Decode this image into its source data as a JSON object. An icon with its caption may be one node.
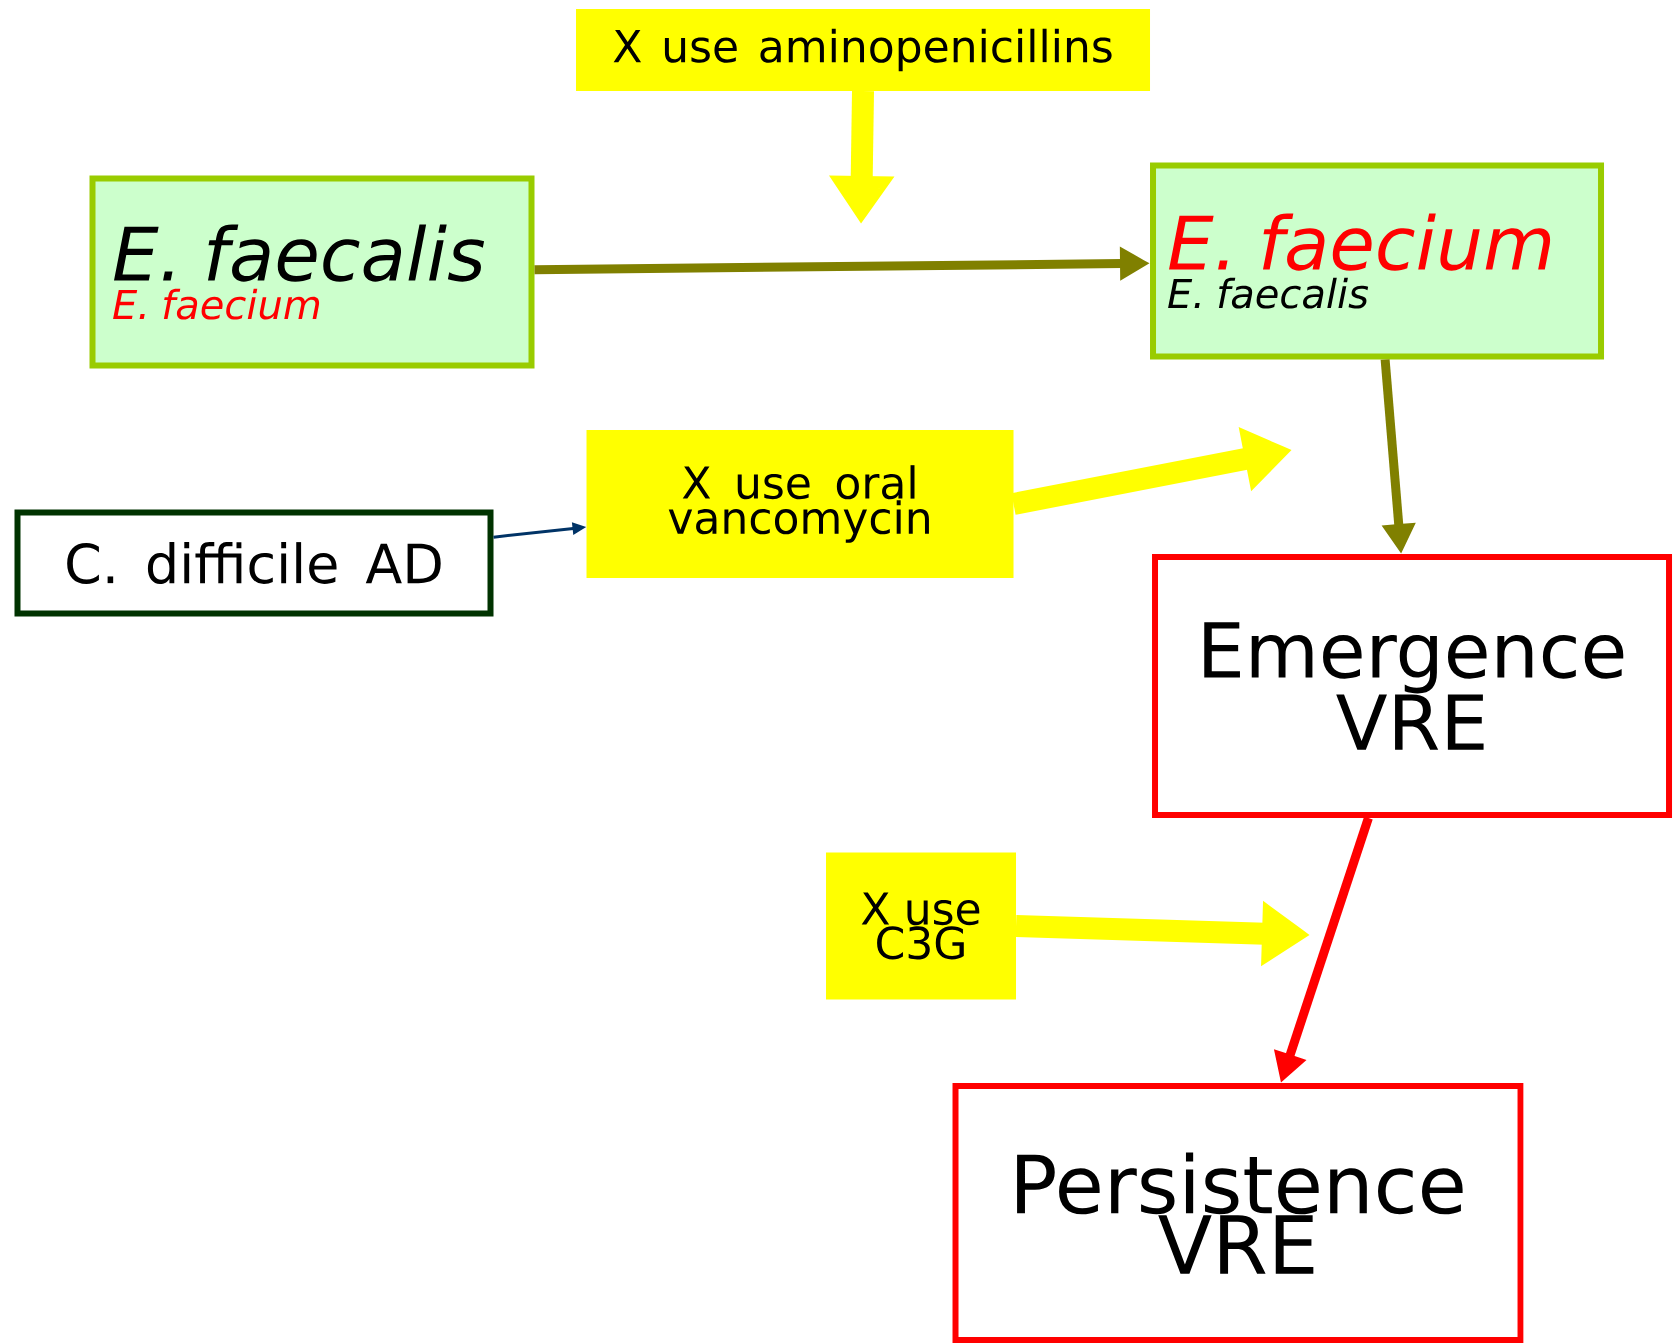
{
  "diagram": {
    "nodes": [
      {
        "text": [
          "E. faecalis",
          "E. faecium"
        ]
      },
      {
        "text": [
          "E. faecium",
          "E. faecalis"
        ]
      },
      {
        "text": [
          "X use aminopenicillins"
        ]
      },
      {
        "text": [
          "C. difficile AD"
        ]
      },
      {
        "text": [
          "X use oral vancomycin"
        ]
      },
      {
        "text": [
          "Emergence VRE"
        ]
      },
      {
        "text": [
          "X use C3G"
        ]
      },
      {
        "text": [
          "Persistence VRE"
        ]
      }
    ],
    "edges": [
      {
        "from": 0,
        "to": 1,
        "arrow": "to",
        "color": "#808000"
      },
      {
        "from": 2,
        "to": null,
        "arrow": "to",
        "style": "thick",
        "color": "#ffff00"
      },
      {
        "from": 3,
        "to": 4,
        "arrow": "to",
        "color": "#003366"
      },
      {
        "from": 4,
        "to": null,
        "arrow": "to",
        "style": "thick",
        "color": "#ffff00"
      },
      {
        "from": 1,
        "to": 5,
        "arrow": "to",
        "color": "#808000"
      },
      {
        "from": 5,
        "to": 7,
        "arrow": "to",
        "color": "#ff0000"
      },
      {
        "from": 6,
        "to": null,
        "arrow": "to",
        "style": "thick",
        "color": "#ffff00"
      }
    ]
  }
}
